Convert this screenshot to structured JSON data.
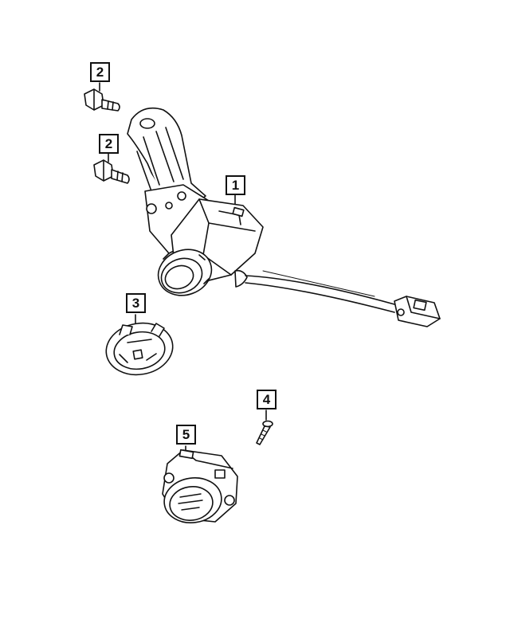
{
  "callouts": [
    {
      "id": "c1",
      "label": "1"
    },
    {
      "id": "c2a",
      "label": "2"
    },
    {
      "id": "c2b",
      "label": "2"
    },
    {
      "id": "c3",
      "label": "3"
    },
    {
      "id": "c4",
      "label": "4"
    },
    {
      "id": "c5",
      "label": "5"
    }
  ],
  "colors": {
    "line": "#111111",
    "fill": "#ffffff",
    "shade": "#d9d9d9"
  }
}
